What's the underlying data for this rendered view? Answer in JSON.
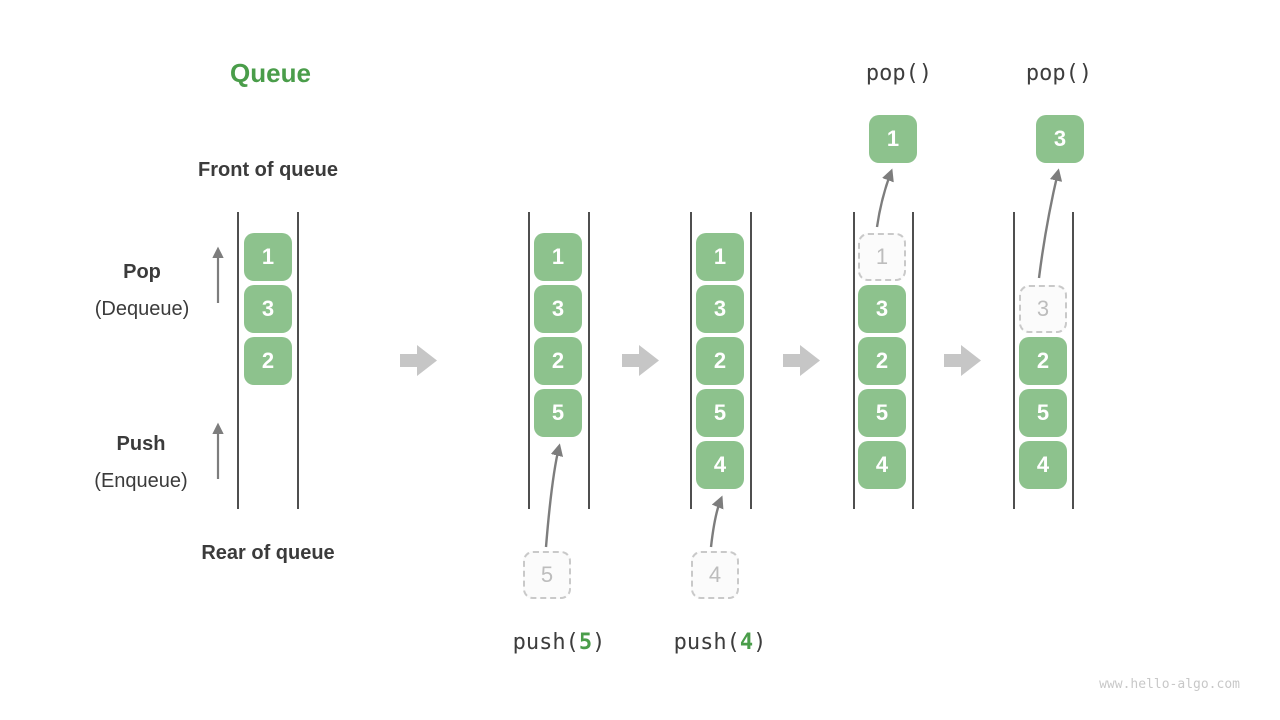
{
  "title": "Queue",
  "labels": {
    "front_of_queue": "Front of queue",
    "rear_of_queue": "Rear of queue",
    "pop_name": "Pop",
    "pop_alias": "(Dequeue)",
    "push_name": "Push",
    "push_alias": "(Enqueue)"
  },
  "states": [
    {
      "cells": [
        "1",
        "3",
        "2"
      ]
    },
    {
      "cells": [
        "1",
        "3",
        "2",
        "5"
      ],
      "incoming": "5"
    },
    {
      "cells": [
        "1",
        "3",
        "2",
        "5",
        "4"
      ],
      "incoming": "4"
    },
    {
      "cells": [
        "3",
        "2",
        "5",
        "4"
      ],
      "ghost": "1",
      "popped": "1"
    },
    {
      "cells": [
        "2",
        "5",
        "4"
      ],
      "ghost": "3",
      "popped": "3"
    }
  ],
  "operations": {
    "push5": {
      "fn": "push(",
      "arg": "5",
      "close": ")"
    },
    "push4": {
      "fn": "push(",
      "arg": "4",
      "close": ")"
    },
    "pop1": "pop()",
    "pop2": "pop()"
  },
  "watermark": "www.hello-algo.com",
  "colors": {
    "title_green": "#4a9d4a",
    "cell_green": "#8dc28d",
    "cell_text": "#ffffff",
    "ghost_border": "#c9c9c9",
    "ghost_text": "#bdbdbd",
    "label_text": "#3b3b3b",
    "thin_arrow_gray": "#7d7d7d",
    "block_arrow_gray": "#c6c6c6",
    "watermark_gray": "#c8c8c8"
  }
}
